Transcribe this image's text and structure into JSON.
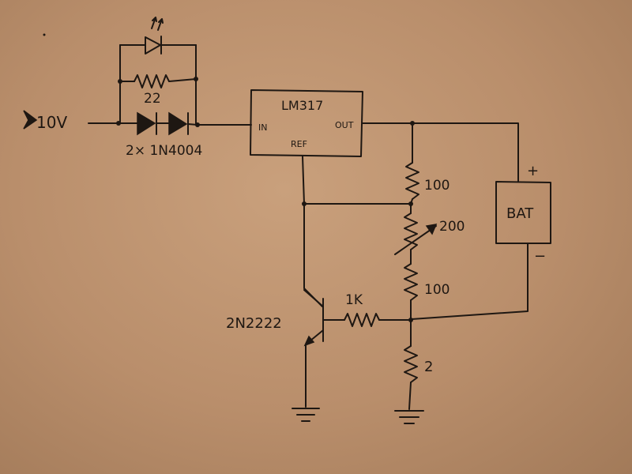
{
  "colors": {
    "paper": "#bd9370",
    "ink": "#1e1712"
  },
  "input": {
    "voltage_label": "10V"
  },
  "bypass": {
    "resistor_value": "22"
  },
  "diodes": {
    "label": "2× 1N4004"
  },
  "regulator": {
    "name": "LM317",
    "pin_in": "IN",
    "pin_out": "OUT",
    "pin_ref": "REF"
  },
  "divider": {
    "r_top": "100",
    "pot": "200",
    "r_bottom": "100"
  },
  "sense": {
    "value": "2"
  },
  "transistor": {
    "name": "2N2222"
  },
  "base_resistor": {
    "value": "1K"
  },
  "battery": {
    "label": "BAT",
    "plus": "+",
    "minus": "−"
  },
  "icons": [
    "led-icon",
    "resistor-icon",
    "diode-icon",
    "potentiometer-icon",
    "npn-transistor-icon",
    "ground-icon",
    "battery-icon"
  ]
}
